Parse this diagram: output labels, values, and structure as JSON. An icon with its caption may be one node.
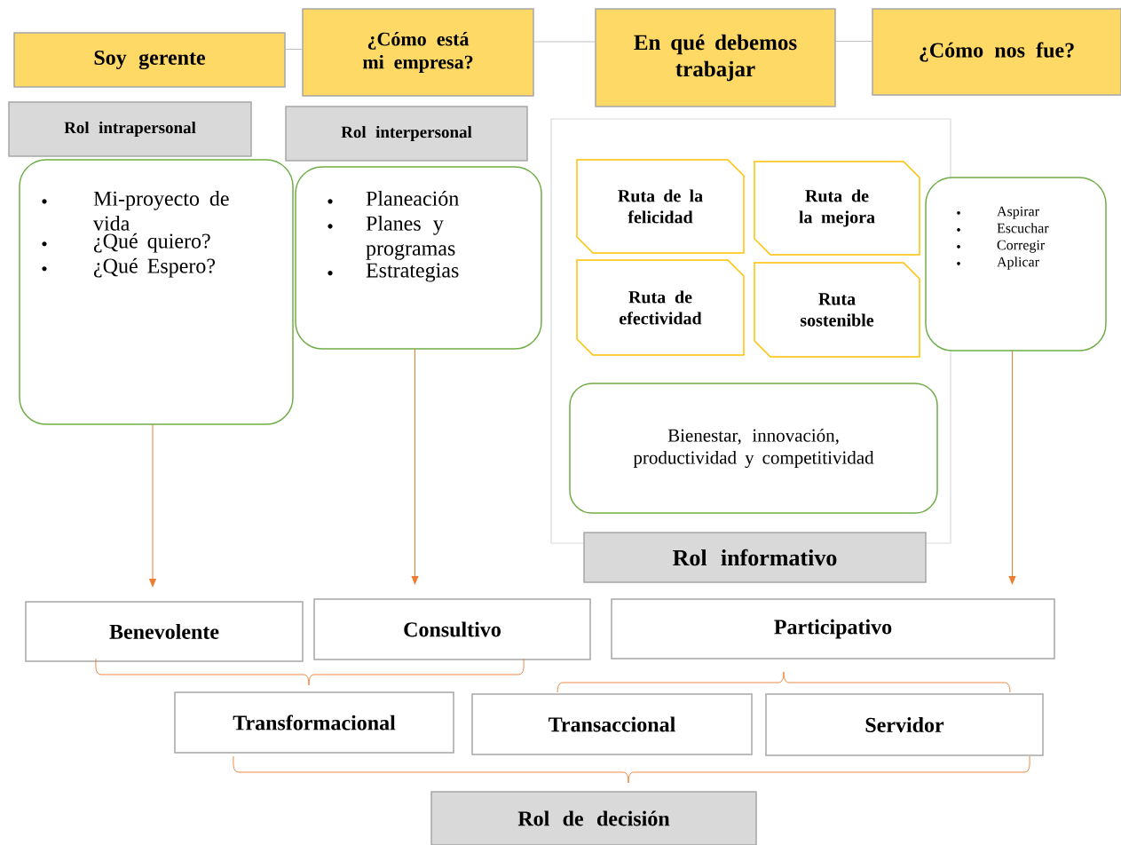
{
  "diagram": {
    "nodes": [
      {
        "text": [
          "Soy gerente"
        ]
      },
      {
        "text": [
          "¿Cómo está mi empresa?"
        ]
      },
      {
        "text": [
          "En qué debemos trabajar"
        ]
      },
      {
        "text": [
          "¿Cómo nos fue?"
        ]
      },
      {
        "text": [
          "Rol intrapersonal"
        ]
      },
      {
        "text": [
          "Rol interpersonal"
        ]
      },
      {
        "text": [
          "Mi-proyecto de vida",
          "¿Qué quiero?",
          "¿Qué Espero?"
        ]
      },
      {
        "text": [
          "Planeación",
          "Planes y programas",
          "Estrategias"
        ]
      },
      {
        "text": [],
        "shape": "box"
      },
      {
        "text": [
          "Ruta de la felicidad"
        ],
        "in": 8
      },
      {
        "text": [
          "Ruta de la mejora"
        ],
        "in": 8
      },
      {
        "text": [
          "Ruta de efectividad"
        ],
        "in": 8
      },
      {
        "text": [
          "Ruta sostenible"
        ],
        "in": 8
      },
      {
        "text": [
          "Bienestar, innovación, productividad y competitividad"
        ],
        "in": 8
      },
      {
        "text": [
          "Aspirar",
          "Escuchar",
          "Corregir",
          "Aplicar"
        ]
      },
      {
        "text": [
          "Rol informativo"
        ]
      },
      {
        "text": [
          "Benevolente"
        ]
      },
      {
        "text": [
          "Consultivo"
        ]
      },
      {
        "text": [
          "Participativo"
        ]
      },
      {
        "text": [
          "Transformacional"
        ]
      },
      {
        "text": [
          "Transaccional"
        ]
      },
      {
        "text": [
          "Servidor"
        ]
      },
      {
        "text": [
          "Rol de decisión"
        ]
      }
    ],
    "edges": [
      {
        "from": 0,
        "to": 1,
        "arrow": "none",
        "color": "#bfbfbf"
      },
      {
        "from": 1,
        "to": 2,
        "arrow": "none",
        "color": "#bfbfbf"
      },
      {
        "from": 2,
        "to": 3,
        "arrow": "none",
        "color": "#bfbfbf"
      },
      {
        "from": 6,
        "to": 16,
        "arrow": "to",
        "color": "#ed7d31"
      },
      {
        "from": 7,
        "to": 17,
        "arrow": "to",
        "color": "#ed7d31"
      },
      {
        "from": 14,
        "to": 18,
        "arrow": "to",
        "color": "#ed7d31"
      }
    ]
  }
}
